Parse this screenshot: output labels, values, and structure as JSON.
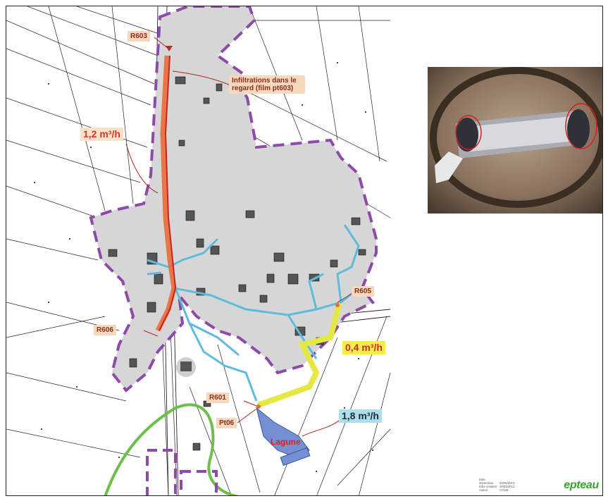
{
  "map": {
    "manholes": [
      "R603",
      "R605",
      "R606",
      "R601",
      "Pt06"
    ],
    "annotation": "Infiltrations dans le regard (film pt603)",
    "flows": {
      "upper_left": "1,2 m³/h",
      "right": "0,4 m³/h",
      "bottom": "1,8 m³/h"
    },
    "lagoon_label": "Lagune",
    "colors": {
      "zone_outline": "#8e4aa8",
      "zone_fill": "#d6d6d6",
      "orange_collector": "#ec6a36",
      "blue_network": "#5fbbdc",
      "yellow_flow": "#e5e842",
      "green_boundary": "#6cc04a",
      "lagoon_fill": "#7490d2"
    }
  },
  "footer": {
    "meta": [
      {
        "key": "Date impression",
        "value": "23/05/2013"
      },
      {
        "key": "Date création",
        "value": "20/04/2012"
      },
      {
        "key": "Auteur",
        "value": "COUB"
      }
    ],
    "brand": "epteau"
  }
}
